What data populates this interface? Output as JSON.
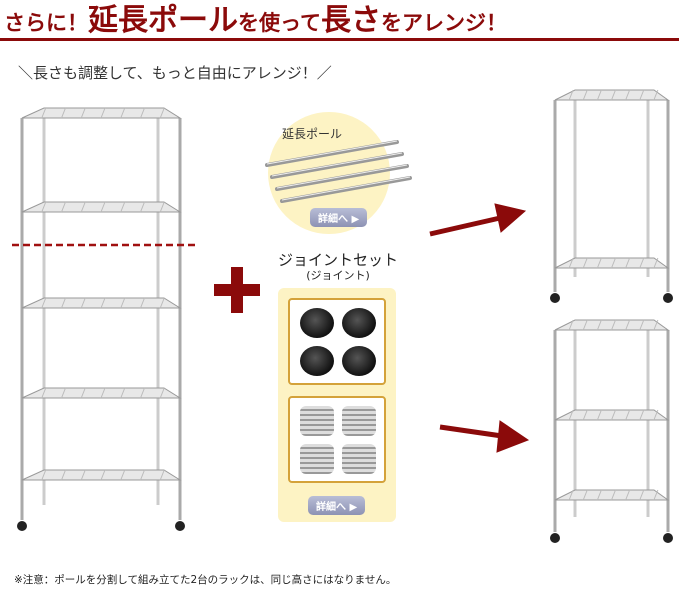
{
  "header": {
    "title_parts": [
      "さらに！",
      "延長ポール",
      "を使って",
      "長さ",
      "をアレンジ！"
    ]
  },
  "subtitle": "＼長さも調整して、もっと自由にアレンジ！／",
  "extension_pole": {
    "label": "延長ポール",
    "details_button": "詳細へ ▶"
  },
  "joint_set": {
    "title": "ジョイントセット",
    "subtitle": "(ジョイント)",
    "details_button": "詳細へ ▶"
  },
  "note": "※注意：ポールを分割して組み立てた2台のラックは、同じ高さにはなりません。",
  "colors": {
    "accent": "#8b0a0a",
    "panel": "#fdf3c4",
    "button": "#9a9fc0"
  }
}
